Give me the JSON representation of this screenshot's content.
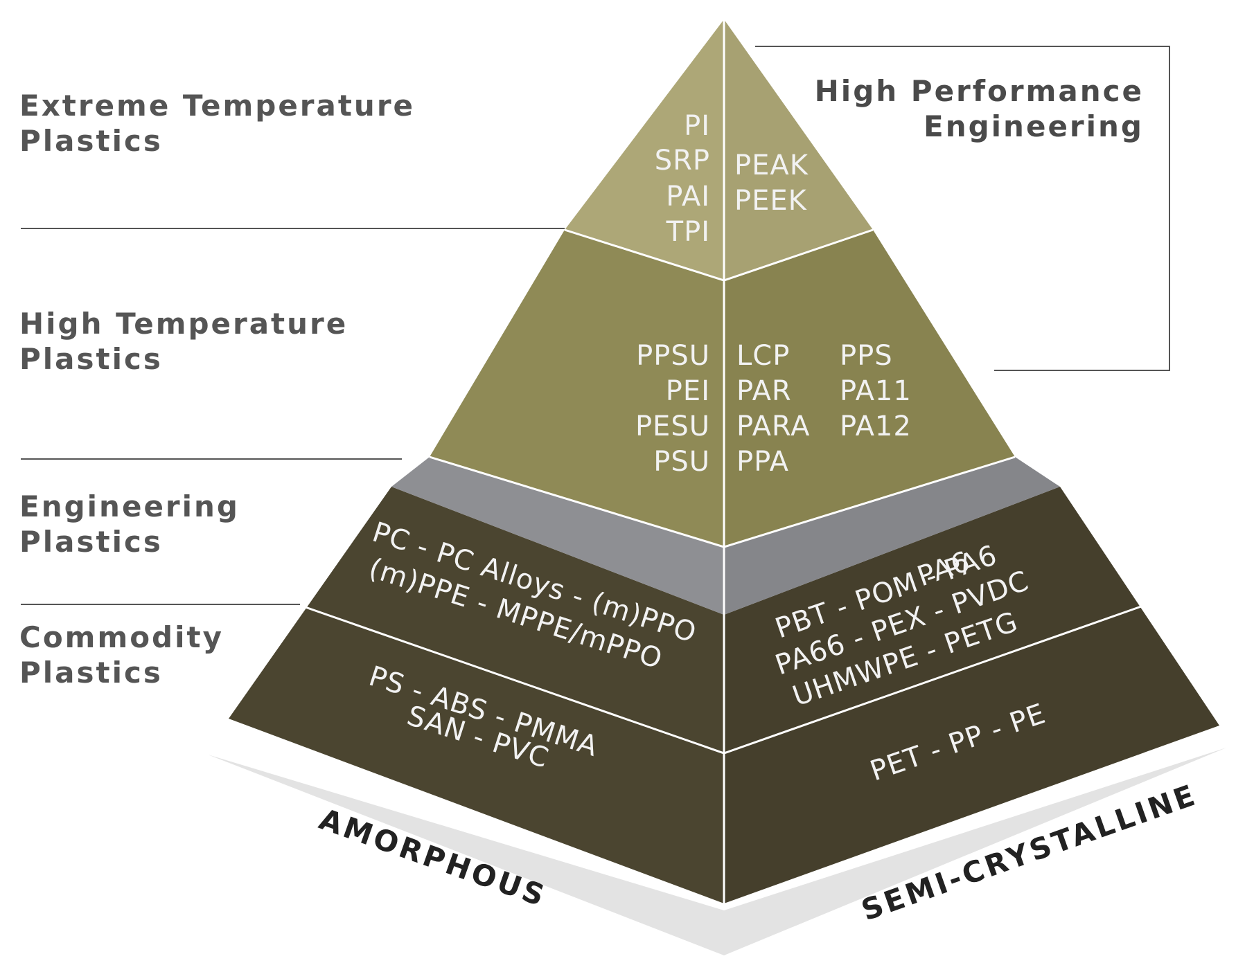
{
  "tiers": {
    "extreme": "Extreme Temperature\nPlastics",
    "high_temp": "High Temperature\nPlastics",
    "engineering": "Engineering\nPlastics",
    "commodity": "Commodity\nPlastics"
  },
  "high_performance_label": "High Performance\nEngineering",
  "top_amorphous": [
    "PI",
    "SRP",
    "PAI",
    "TPI"
  ],
  "top_semi": [
    "PEAK",
    "PEEK"
  ],
  "high_amorphous": [
    "PPSU",
    "PEI",
    "PESU",
    "PSU"
  ],
  "high_semi_col1": [
    "LCP",
    "PAR",
    "PARA",
    "PPA"
  ],
  "high_semi_col2": [
    "PPS",
    "PA11",
    "PA12"
  ],
  "eng_amorphous": [
    "PC - PC Alloys - (m)PPO",
    "(m)PPE - MPPE/mPPO"
  ],
  "eng_semi": [
    "PA6",
    "PBT - POM - PA6",
    "PA66 - PEX - PVDC",
    "UHMWPE - PETG"
  ],
  "comm_amorphous": [
    "PS - ABS - PMMA",
    "SAN - PVC"
  ],
  "comm_semi": [
    "PET - PP - PE"
  ],
  "base_left": "AMORPHOUS",
  "base_right": "SEMI-CRYSTALLINE",
  "colors": {
    "top": "#ada777",
    "middle": "#8f8a56",
    "lower": "#4b4530",
    "gray_band": "#8e8f93",
    "shadow": "#d7d7d7",
    "line": "#555555"
  }
}
